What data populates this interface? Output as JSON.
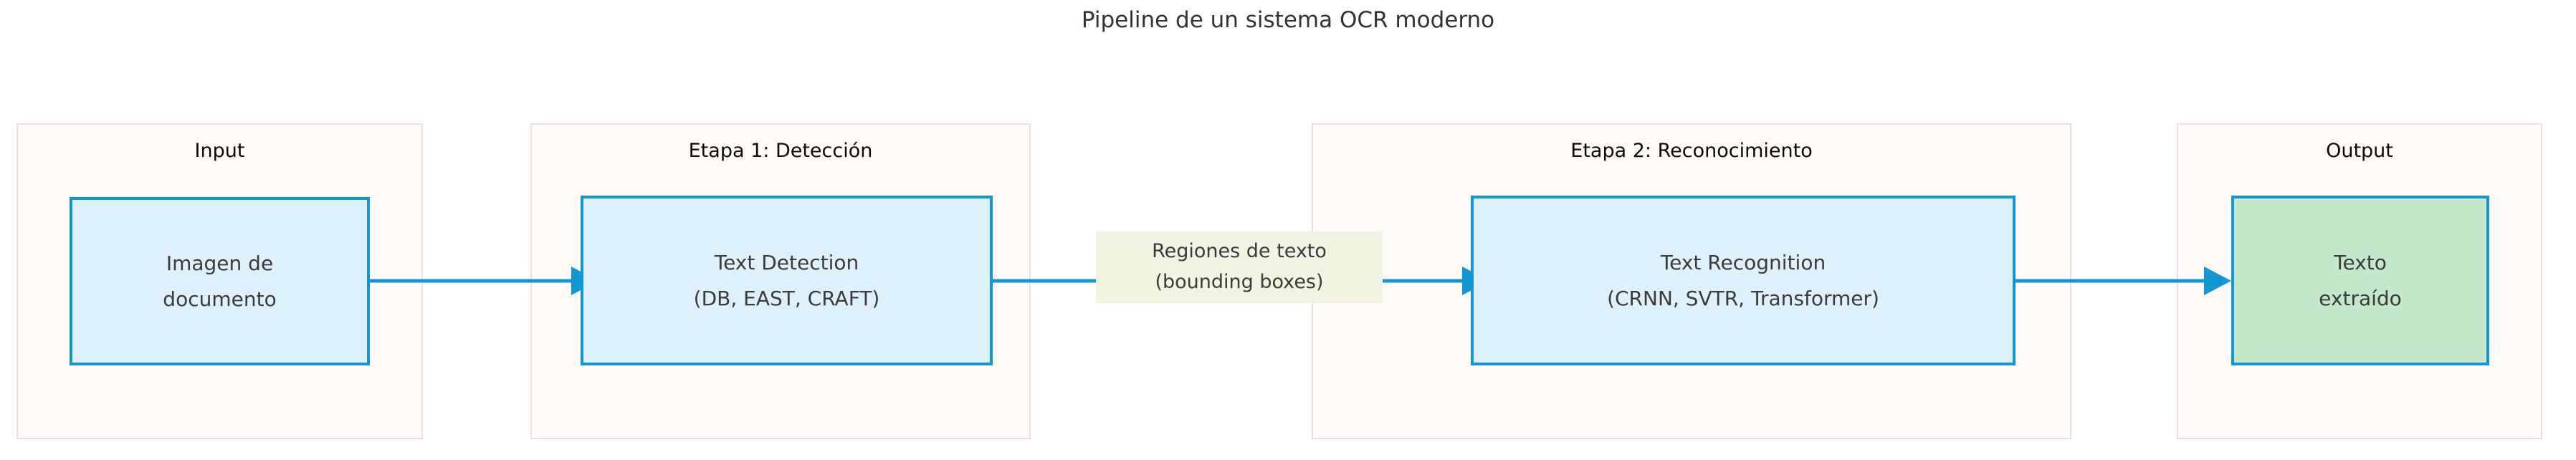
{
  "diagram": {
    "title": "Pipeline de un sistema OCR moderno",
    "colors": {
      "node_border": "#1198d4",
      "node_fill_blue": "#ddf1fc",
      "node_fill_green": "#c5e8ca",
      "group_fill": "#fdfaf8",
      "group_border": "#ecdfdc",
      "edge_color": "#1198d4",
      "edge_label_fill": "#f0f4e0",
      "title_color": "#333333"
    },
    "groups": [
      {
        "title": "Input"
      },
      {
        "title": "Etapa 1: Detección"
      },
      {
        "title": "Etapa 2: Reconocimiento"
      },
      {
        "title": "Output"
      }
    ],
    "nodes": [
      {
        "id": "input-node",
        "line1": "Imagen de",
        "line2": "documento"
      },
      {
        "id": "detection-node",
        "line1": "Text Detection",
        "line2": "(DB, EAST, CRAFT)"
      },
      {
        "id": "recognition-node",
        "line1": "Text Recognition",
        "line2": "(CRNN, SVTR, Transformer)"
      },
      {
        "id": "output-node",
        "line1": "Texto",
        "line2": "extraído"
      }
    ],
    "edges": [
      {
        "id": "edge-input-detection",
        "label_line1": "",
        "label_line2": ""
      },
      {
        "id": "edge-detection-recognition",
        "label_line1": "Regiones de texto",
        "label_line2": "(bounding boxes)"
      },
      {
        "id": "edge-recognition-output",
        "label_line1": "",
        "label_line2": ""
      }
    ]
  }
}
